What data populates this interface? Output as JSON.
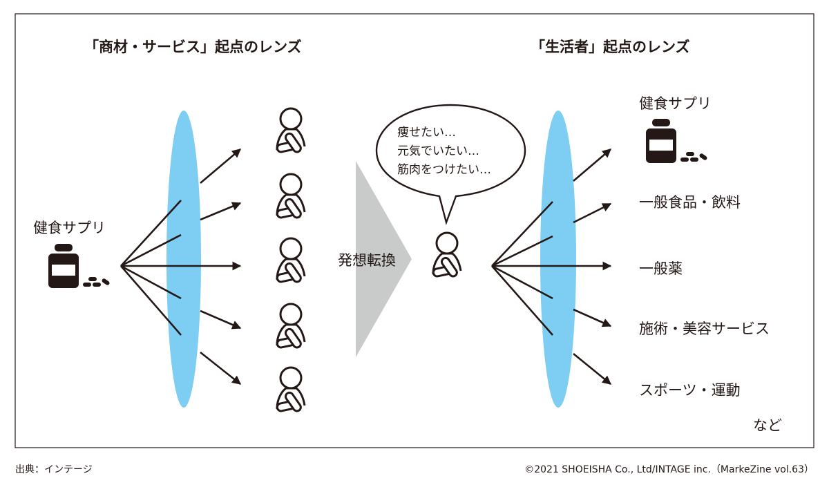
{
  "left_section": {
    "title": "「商材・サービス」起点のレンズ",
    "product_label": "健食サプリ",
    "product_icon": "supplement-bottle-icon"
  },
  "transition": {
    "label": "発想転換"
  },
  "speech_bubble": {
    "lines": [
      "痩せたい…",
      "元気でいたい…",
      "筋肉をつけたい…"
    ]
  },
  "right_section": {
    "title": "「生活者」起点のレンズ",
    "categories": [
      "健食サプリ",
      "一般食品・飲料",
      "一般薬",
      "施術・美容サービス",
      "スポーツ・運動"
    ],
    "etc_label": "など"
  },
  "footer": {
    "source": "出典：インテージ",
    "copyright": "©2021 SHOEISHA Co., Ltd/INTAGE inc.（MarkeZine vol.63）"
  },
  "colors": {
    "lens": "#7ecef4",
    "triangle": "#c9caca",
    "ink": "#231815"
  }
}
